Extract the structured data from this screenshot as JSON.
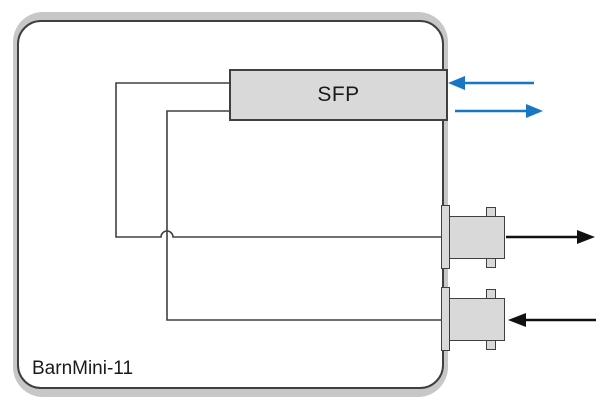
{
  "diagram": {
    "device_label": "BarnMini-11",
    "sfp_label": "SFP",
    "colors": {
      "blue_arrow": "#1877c2",
      "black_arrow": "#111111",
      "module_fill": "#d9d9d9",
      "module_border": "#404040",
      "wire": "#404040",
      "device_border": "#3f3f3f",
      "device_ring": "#c7c7c7",
      "label_text": "#1a1a1a"
    },
    "arrows": [
      {
        "name": "sfp-input-arrow",
        "color": "blue",
        "direction": "pointing-left-into-sfp"
      },
      {
        "name": "sfp-output-arrow",
        "color": "blue",
        "direction": "pointing-right-out-of-sfp"
      },
      {
        "name": "bnc-top-output-arrow",
        "color": "black",
        "direction": "pointing-right-out"
      },
      {
        "name": "bnc-bottom-input-arrow",
        "color": "black",
        "direction": "pointing-left-in"
      }
    ],
    "connectors": [
      {
        "name": "bnc-connector-top",
        "type": "BNC"
      },
      {
        "name": "bnc-connector-bottom",
        "type": "BNC"
      }
    ],
    "wires": [
      {
        "name": "wire-sfp-to-bnc-top",
        "from": "sfp",
        "to": "bnc-connector-top",
        "crossover": "hops-over-other-wire"
      },
      {
        "name": "wire-bnc-bottom-to-sfp",
        "from": "bnc-connector-bottom",
        "to": "sfp"
      }
    ]
  }
}
